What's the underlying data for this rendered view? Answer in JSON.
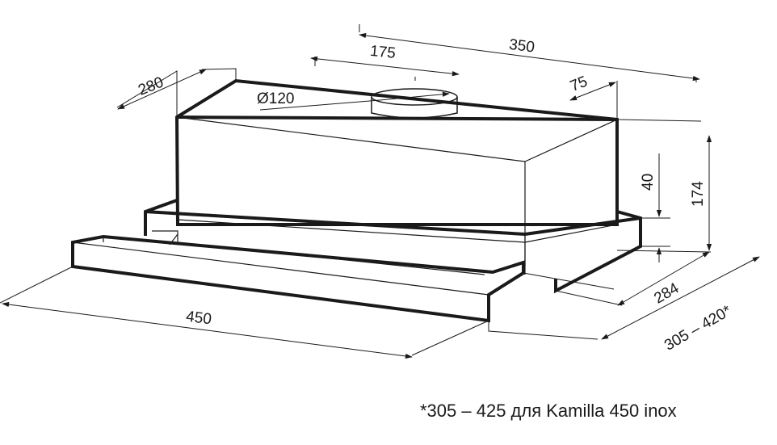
{
  "dimensions": {
    "total_width": "350",
    "outlet_offset": "175",
    "rear_offset": "75",
    "depth": "280",
    "outlet_diameter": "Ø120",
    "drawer_height": "40",
    "total_height": "174",
    "body_depth": "284",
    "extended_depth": "305 – 420*",
    "front_width": "450"
  },
  "footnote": "*305 – 425 для Kamilla 450 inox",
  "colors": {
    "line": "#1a1a1a",
    "body_fill": "#ffffff"
  }
}
